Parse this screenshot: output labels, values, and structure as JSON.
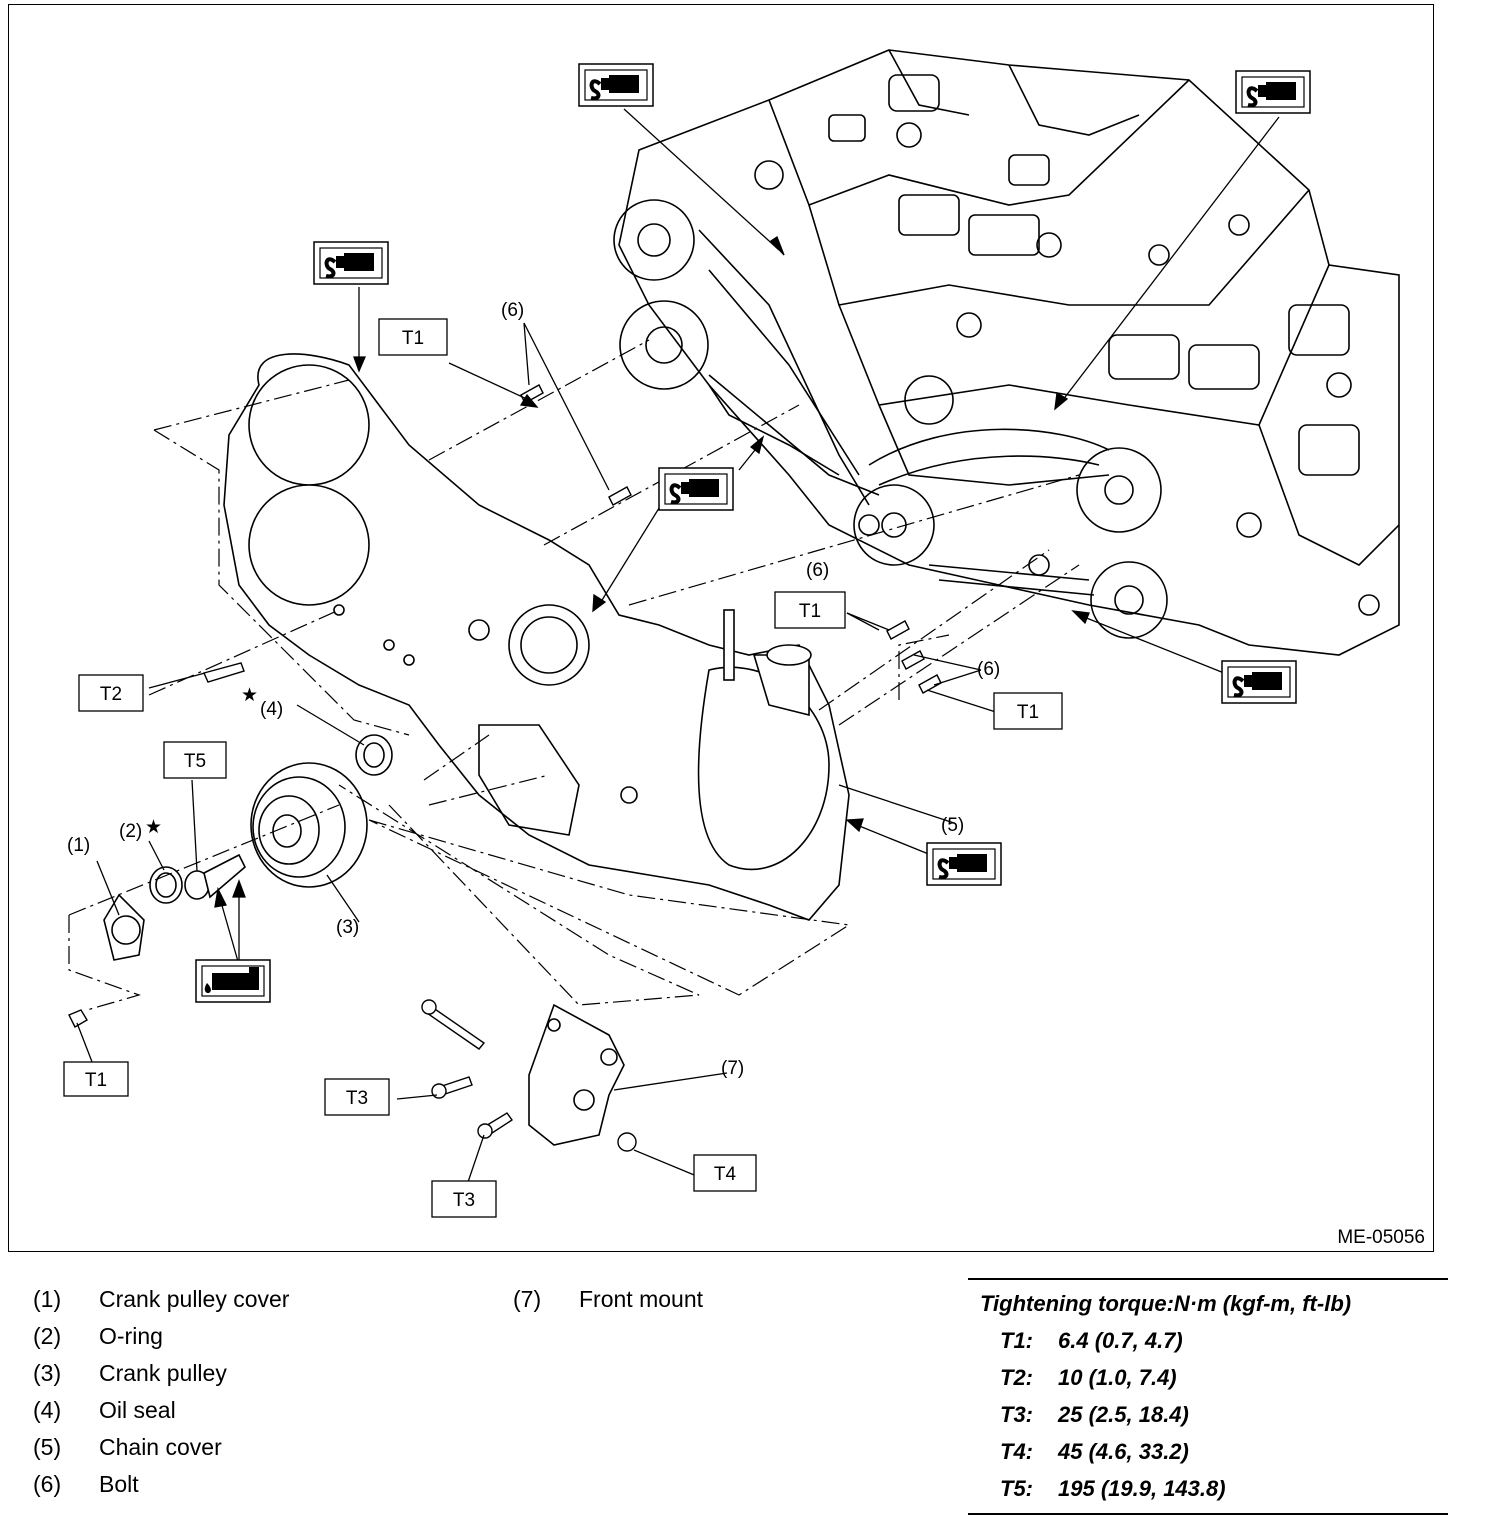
{
  "figure": {
    "code": "ME-05056",
    "callouts": {
      "t1": "T1",
      "t2": "T2",
      "t3": "T3",
      "t4": "T4",
      "t5": "T5",
      "n1": "(1)",
      "n2": "(2)",
      "n3": "(3)",
      "n4": "(4)",
      "n5": "(5)",
      "n6": "(6)",
      "n7": "(7)",
      "star": "★"
    },
    "icons": [
      "sealant-icon",
      "oil-icon"
    ]
  },
  "legend": {
    "items": [
      {
        "num": "(1)",
        "label": "Crank pulley cover"
      },
      {
        "num": "(2)",
        "label": "O-ring"
      },
      {
        "num": "(3)",
        "label": "Crank pulley"
      },
      {
        "num": "(4)",
        "label": "Oil seal"
      },
      {
        "num": "(5)",
        "label": "Chain cover"
      },
      {
        "num": "(6)",
        "label": "Bolt"
      },
      {
        "num": "(7)",
        "label": "Front mount"
      }
    ]
  },
  "torque": {
    "title": "Tightening torque:N·m (kgf-m, ft-lb)",
    "rows": [
      {
        "key": "T1:",
        "value": "6.4 (0.7, 4.7)"
      },
      {
        "key": "T2:",
        "value": "10 (1.0, 7.4)"
      },
      {
        "key": "T3:",
        "value": "25 (2.5, 18.4)"
      },
      {
        "key": "T4:",
        "value": "45 (4.6, 33.2)"
      },
      {
        "key": "T5:",
        "value": "195 (19.9, 143.8)"
      }
    ]
  }
}
